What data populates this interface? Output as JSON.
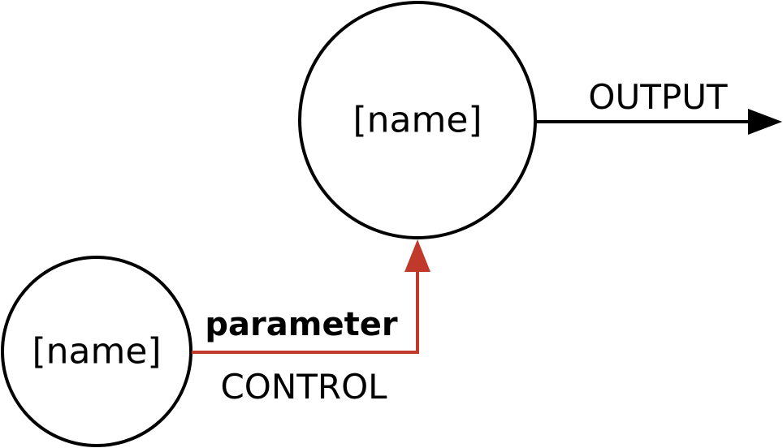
{
  "diagram": {
    "nodes": {
      "main": {
        "label": "[name]"
      },
      "source": {
        "label": "[name]"
      }
    },
    "edges": {
      "output": {
        "label": "OUTPUT",
        "color": "#000000"
      },
      "control": {
        "label_bold": "parameter",
        "label": "CONTROL",
        "color": "#c0392b"
      }
    }
  }
}
